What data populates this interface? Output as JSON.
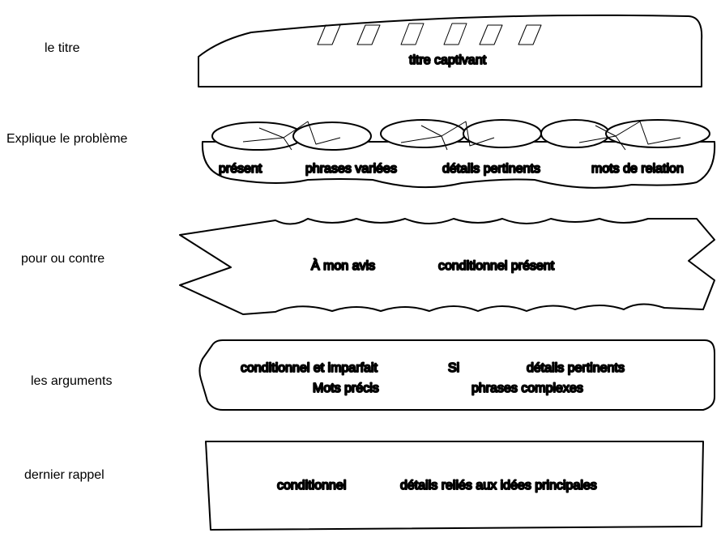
{
  "labels": {
    "titre": "le titre",
    "probleme": "Explique le problème",
    "pour_contre": "pour ou contre",
    "arguments": "les arguments",
    "rappel": "dernier rappel"
  },
  "layers": {
    "bun_top": [
      "titre captivant"
    ],
    "tomatoes": [
      "présent",
      "phrases variées",
      "détails pertinents",
      "mots de relation"
    ],
    "lettuce": [
      "À mon avis",
      "conditionnel présent"
    ],
    "patty": [
      "conditionnel et imparfait",
      "Si",
      "détails pertinents",
      "Mots précis",
      "phrases complexes"
    ],
    "bun_bottom": [
      "conditionnel",
      "détails reliés aux idées principales"
    ]
  }
}
